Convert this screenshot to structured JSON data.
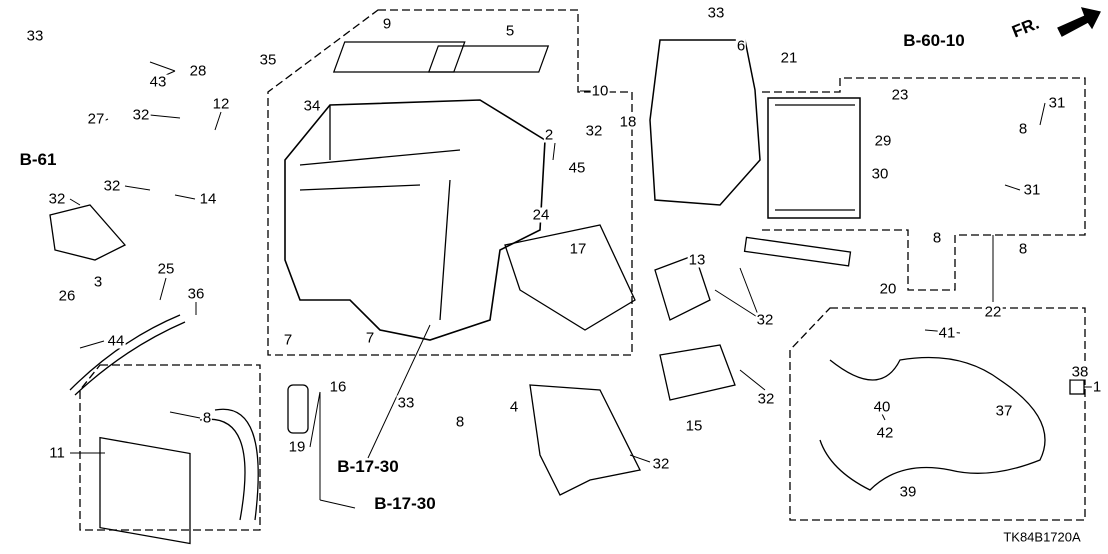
{
  "diagram_code": "TK84B1720A",
  "direction_label": "FR.",
  "references": [
    "B-61",
    "B-17-30",
    "B-17-30",
    "B-60-10"
  ],
  "callouts": [
    "33",
    "28",
    "43",
    "32",
    "12",
    "27",
    "32",
    "14",
    "32",
    "3",
    "25",
    "26",
    "36",
    "44",
    "8",
    "11",
    "19",
    "16",
    "33",
    "35",
    "9",
    "5",
    "34",
    "10",
    "2",
    "45",
    "7",
    "7",
    "8",
    "24",
    "17",
    "4",
    "32",
    "33",
    "6",
    "32",
    "18",
    "13",
    "32",
    "15",
    "32",
    "21",
    "29",
    "30",
    "8",
    "20",
    "22",
    "23",
    "8",
    "31",
    "31",
    "8",
    "41",
    "38",
    "1",
    "40",
    "37",
    "42",
    "39"
  ]
}
